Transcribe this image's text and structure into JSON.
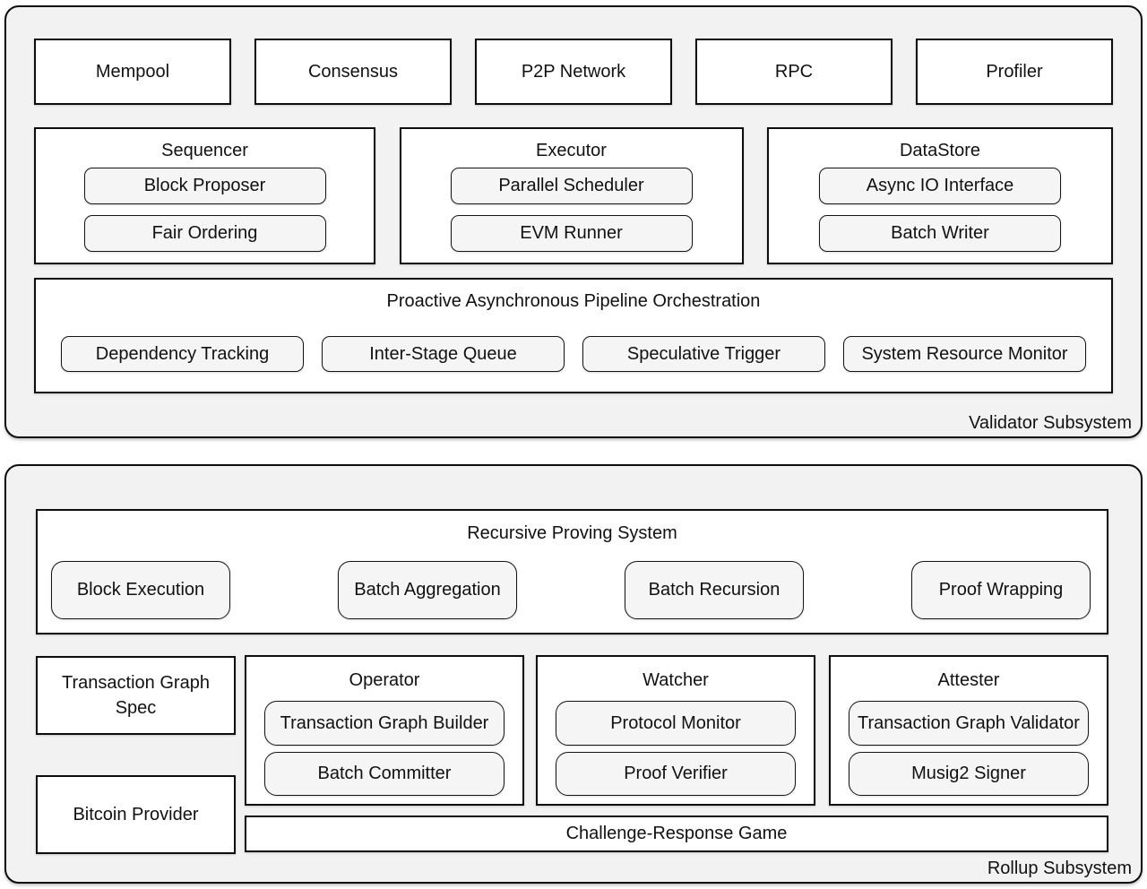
{
  "validator": {
    "label": "Validator Subsystem",
    "services": [
      "Mempool",
      "Consensus",
      "P2P Network",
      "RPC",
      "Profiler"
    ],
    "groups": [
      {
        "title": "Sequencer",
        "children": [
          "Block Proposer",
          "Fair Ordering"
        ]
      },
      {
        "title": "Executor",
        "children": [
          "Parallel Scheduler",
          "EVM Runner"
        ]
      },
      {
        "title": "DataStore",
        "children": [
          "Async IO Interface",
          "Batch Writer"
        ]
      }
    ],
    "pipeline": {
      "title": "Proactive Asynchronous Pipeline Orchestration",
      "children": [
        "Dependency Tracking",
        "Inter-Stage Queue",
        "Speculative Trigger",
        "System Resource Monitor"
      ]
    }
  },
  "rollup": {
    "label": "Rollup Subsystem",
    "proving": {
      "title": "Recursive Proving System",
      "children": [
        "Block Execution",
        "Batch Aggregation",
        "Batch Recursion",
        "Proof Wrapping"
      ]
    },
    "side_boxes": [
      "Transaction Graph Spec",
      "Bitcoin Provider"
    ],
    "groups": [
      {
        "title": "Operator",
        "children": [
          "Transaction Graph Builder",
          "Batch Committer"
        ]
      },
      {
        "title": "Watcher",
        "children": [
          "Protocol Monitor",
          "Proof Verifier"
        ]
      },
      {
        "title": "Attester",
        "children": [
          "Transaction Graph Validator",
          "Musig2 Signer"
        ]
      }
    ],
    "game": "Challenge-Response Game"
  },
  "colors": {
    "panel_bg": "#f2f2f2",
    "box_bg": "#ffffff",
    "chip_bg": "#f5f5f5",
    "border": "#0d0d0d",
    "text": "#111111"
  }
}
